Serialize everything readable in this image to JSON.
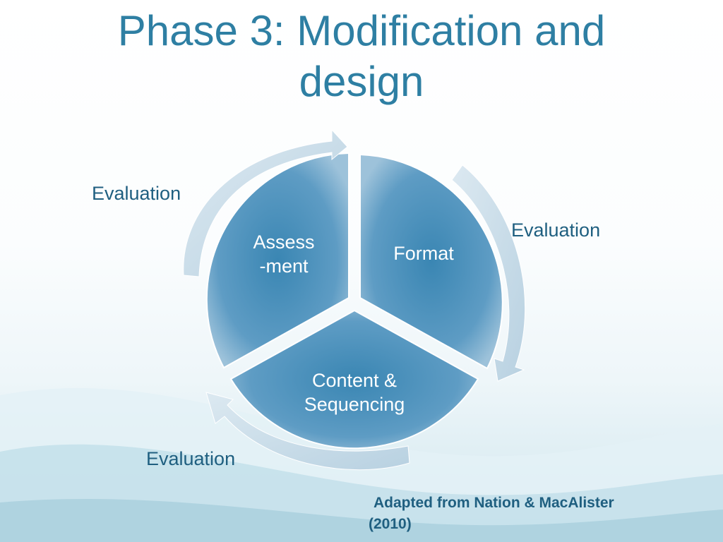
{
  "slide": {
    "title_line1": "Phase 3: Modification and",
    "title_line2": "design"
  },
  "diagram": {
    "segments": [
      {
        "id": "assessment",
        "line1": "Assess",
        "line2": "-ment"
      },
      {
        "id": "format",
        "line1": "Format"
      },
      {
        "id": "content",
        "line1": "Content &",
        "line2": "Sequencing"
      }
    ],
    "evaluation_labels": [
      "Evaluation",
      "Evaluation",
      "Evaluation"
    ]
  },
  "credit": {
    "line1": "Adapted from Nation & MacAlister",
    "line2": "(2010)"
  },
  "colors": {
    "title": "#2e7fa3",
    "segment_center": "#3a86b3",
    "segment_edge": "#9dc2da",
    "arrow": "#c9dde9",
    "label": "#1f5f80"
  }
}
